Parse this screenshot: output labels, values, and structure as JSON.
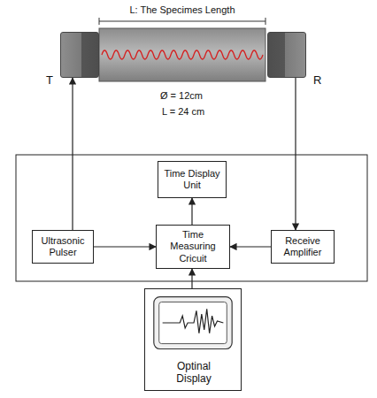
{
  "diagram": {
    "nodes": [
      {
        "text": [
          "T"
        ]
      },
      {
        "text": [
          "R"
        ]
      },
      {
        "text": [
          "Time Display Unit"
        ]
      },
      {
        "text": [
          "Ultrasonic Pulser"
        ]
      },
      {
        "text": [
          "Time Measuring Cricuit"
        ]
      },
      {
        "text": [
          "Receive Amplifier"
        ]
      },
      {
        "text": [
          "Optinal Display"
        ]
      }
    ],
    "edges": [
      {
        "from": 3,
        "to": 0,
        "arrow": "to"
      },
      {
        "from": 1,
        "to": 5,
        "arrow": "to"
      },
      {
        "from": 3,
        "to": 4,
        "arrow": "to"
      },
      {
        "from": 5,
        "to": 4,
        "arrow": "to"
      },
      {
        "from": 4,
        "to": 2,
        "arrow": "to"
      },
      {
        "from": 6,
        "to": 4,
        "arrow": "to"
      }
    ],
    "labels": [
      "L: The Specimes Length",
      "Ø = 12cm",
      "L = 24 cm"
    ]
  }
}
